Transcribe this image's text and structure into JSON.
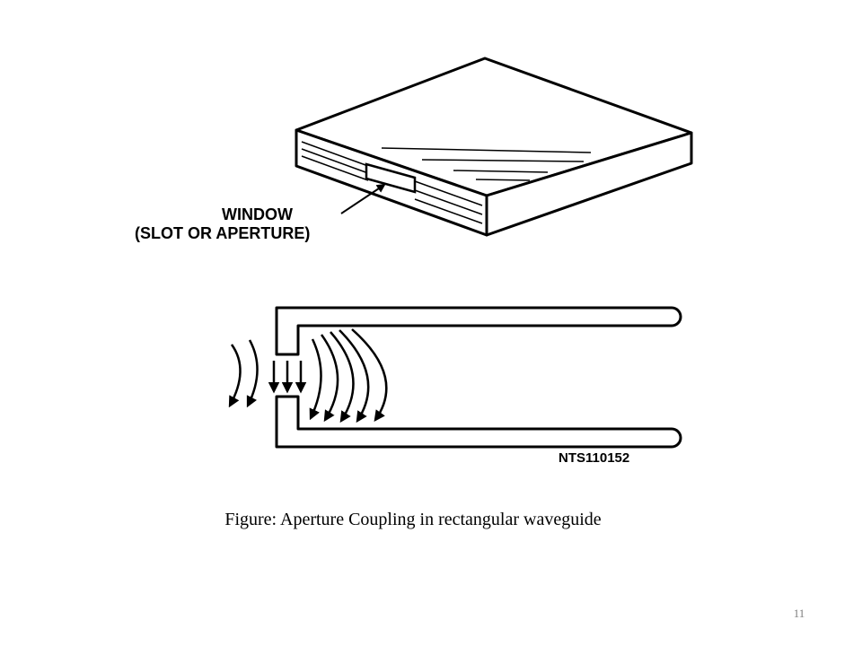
{
  "figure": {
    "window_label_line1": "WINDOW",
    "window_label_line2": "(SLOT OR APERTURE)",
    "drawing_code": "NTS110152",
    "caption": "Figure: Aperture Coupling in rectangular waveguide"
  },
  "slide": {
    "page_number": "11"
  },
  "colors": {
    "line": "#000000",
    "background": "#ffffff",
    "page_number": "#808080"
  }
}
